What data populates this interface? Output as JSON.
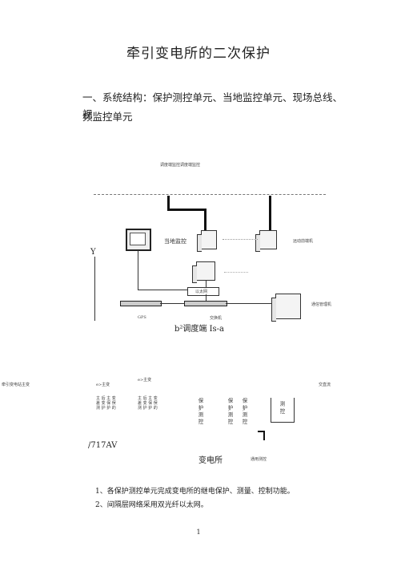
{
  "title": "牵引变电所的二次保护",
  "section1": {
    "line1": "一、系统结构：保护测控单元、当地监控单元、现场总线、视",
    "line2": "频监控单元"
  },
  "diagram": {
    "top_label": "调度端监控调度端监控",
    "local_monitor": "当地监控",
    "remote_terminal": "远动前端机",
    "ethernet": "以太网",
    "comm_manager": "通信管理机",
    "gps": "GPS",
    "switch": "交换机",
    "dispatch_end": "b²调度端 Is-a",
    "left_label": "牵引变电站主变",
    "sub_a": "e>主变",
    "sub_b": "e>主变",
    "relay_a": "主 后 主 变\n差 变 保 俣\n测 护 护 的",
    "relay_b": "主 后 主 变\n差 变 保 俣\n测 护 护 的",
    "v1": "保 护 测 控",
    "v2": "保 护 测 控",
    "v3": "保 护 测 控",
    "v4": "测 控",
    "right_label": "交直流",
    "bottom_left": "/717AV",
    "bottom_center": "变电所",
    "bottom_right": "通用测控"
  },
  "notes": [
    "1、各保护测控单元完成变电所的继电保护、测量、控制功能。",
    "2、间隔层网络采用双光纤以太网。"
  ],
  "page_number": "1"
}
